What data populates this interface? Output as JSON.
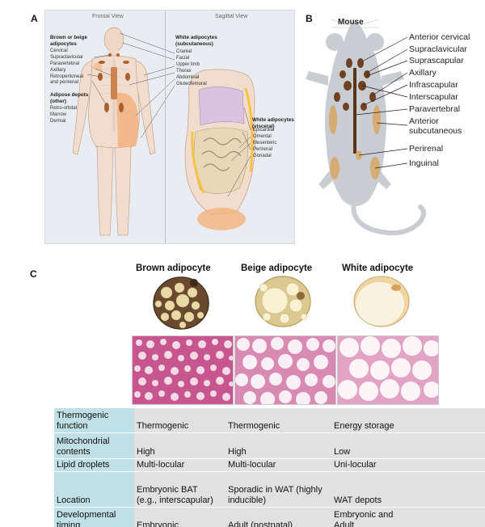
{
  "panel_labels": {
    "a": "A",
    "b": "B",
    "c": "C"
  },
  "panel_a": {
    "frontal_view": "Frontal View",
    "sagittal_view": "Sagittal View",
    "brown_beige_title": [
      "Brown or beige",
      "adipocytes"
    ],
    "brown_beige_items": [
      "Cervical",
      "Supraclavicular",
      "Paravertebral",
      "Axillary",
      "Retroperitoneal",
      "and perirenal"
    ],
    "other_title": [
      "Adipose depots",
      "(other)"
    ],
    "other_items": [
      "Retro-orbital",
      "Marrow",
      "Dermal"
    ],
    "white_sub_title": [
      "White adipocytes",
      "(subcutaneous)"
    ],
    "white_sub_items": [
      "Cranial",
      "Facial",
      "Upper limb",
      "Thorax",
      "Abdominal",
      "Gluteofemoral"
    ],
    "white_vis_title": [
      "White adipocytes",
      "(visceral)"
    ],
    "white_vis_items": [
      "Epicardial",
      "Omental",
      "Mesenteric",
      "Perirenal",
      "Gonadal"
    ]
  },
  "panel_b": {
    "title": "Mouse",
    "labels": [
      "Anterior cervical",
      "Supraclavicular",
      "Suprascapular",
      "Axillary",
      "Infrascapular",
      "Interscapular",
      "Paravertebral",
      "Anterior",
      "subcutaneous",
      "Perirenal",
      "Inguinal"
    ]
  },
  "panel_c": {
    "cell_titles": [
      "Brown adipocyte",
      "Beige adipocyte",
      "White adipocyte"
    ],
    "colors": {
      "brown_cell": "#6a4a2e",
      "beige_cell": "#dbc98f",
      "white_cell": "#f7e6c6",
      "droplet": "#e9d9a6",
      "histo_pink": "#c7558e",
      "table_header": "#bfe0e6",
      "table_cell": "#e1e1e1"
    }
  },
  "table": {
    "rows": [
      {
        "h1": "Thermogenic",
        "h2": "function",
        "brown": "Thermogenic",
        "beige": "Thermogenic",
        "white": "Energy storage"
      },
      {
        "h1": "Mitochondrial",
        "h2": "contents",
        "brown": "High",
        "beige": "High",
        "white": "Low"
      },
      {
        "h1": "Lipid droplets",
        "h2": "",
        "brown": "Multi-locular",
        "beige": "Multi-locular",
        "white": "Uni-locular"
      },
      {
        "h1": "",
        "h2": "Location",
        "brown1": "Embryonic BAT",
        "brown2": "(e.g., interscapular)",
        "beige1": "Sporadic in WAT (highly",
        "beige2": "inducible)",
        "white": "WAT depots"
      },
      {
        "h1": "Developmental",
        "h2": "timing",
        "brown": "Embryonic",
        "beige": "Adult (postnatal)",
        "white1": "Embryonic and",
        "white2": "Adult"
      }
    ]
  }
}
